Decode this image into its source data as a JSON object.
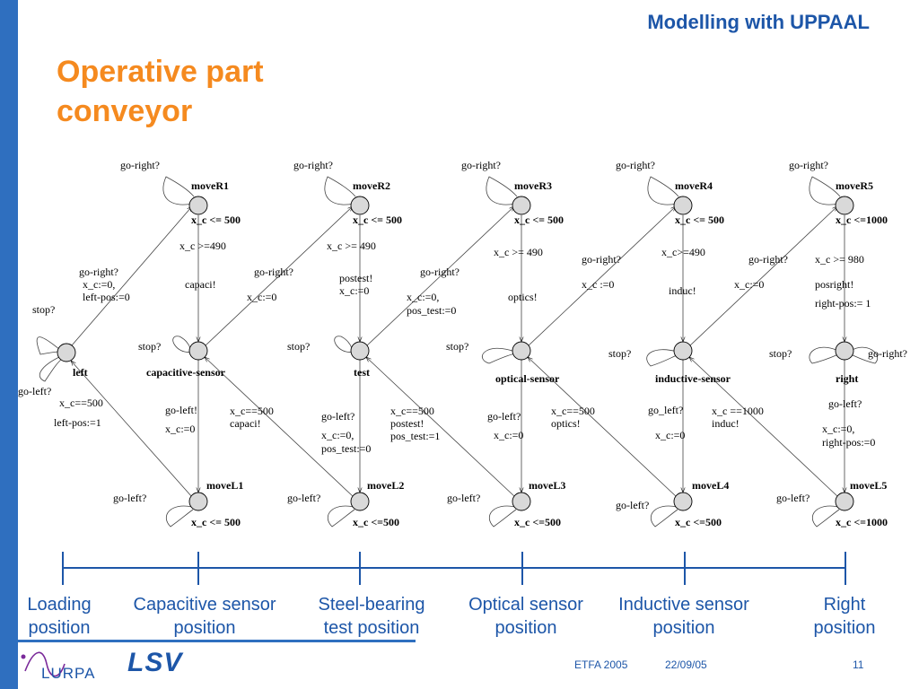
{
  "header": {
    "title": "Modelling with UPPAAL"
  },
  "slide": {
    "title_line1": "Operative part",
    "title_line2": "conveyor"
  },
  "diagram": {
    "locations": {
      "moveR1": "moveR1",
      "moveR2": "moveR2",
      "moveR3": "moveR3",
      "moveR4": "moveR4",
      "moveR5": "moveR5",
      "left": "left",
      "capacitive_sensor": "capacitive-sensor",
      "test": "test",
      "optical_sensor": "optical-sensor",
      "inductive_sensor": "inductive-sensor",
      "right": "right",
      "moveL1": "moveL1",
      "moveL2": "moveL2",
      "moveL3": "moveL3",
      "moveL4": "moveL4",
      "moveL5": "moveL5"
    },
    "invariants": {
      "moveR1": "x_c <= 500",
      "moveR2": "x_c <= 500",
      "moveR3": "x_c <= 500",
      "moveR4": "x_c <= 500",
      "moveR5": "x_c <=1000",
      "moveL1": "x_c <= 500",
      "moveL2": "x_c <=500",
      "moveL3": "x_c <=500",
      "moveL4": "x_c <=500",
      "moveL5": "x_c <=1000"
    },
    "labels": {
      "go_right_q": "go-right?",
      "go_left_q": "go-left?",
      "stop_q": "stop?",
      "go_left_excl": "go-left!",
      "go_left_u_excl": "go_left!",
      "left_g1": "go-right?",
      "left_g2": "x_c:=0,",
      "left_g3": "left-pos:=0",
      "left_ret1": "x_c==500",
      "left_ret2": "left-pos:=1",
      "r1_g": "x_c >=490",
      "r1_s": "capaci!",
      "cap_g1": "go-right?",
      "cap_g2": "x_c:=0",
      "cap_l1": "go-left!",
      "cap_l2": "x_c:=0",
      "cap_ret1": "x_c==500",
      "cap_ret2": "capaci!",
      "r2_g": "x_c >= 490",
      "test_in1": "postest!",
      "test_in2": "x_c:=0",
      "test_g1": "go-right?",
      "test_g2": "x_c:=0,",
      "test_g3": "pos_test:=0",
      "test_l1": "go-left?",
      "test_l2": "x_c:=0,",
      "test_l3": "pos_test:=0",
      "test_ret1": "x_c==500",
      "test_ret2": "postest!",
      "test_ret3": "pos_test:=1",
      "r3_g": "x_c >= 490",
      "r3_s": "optics!",
      "opt_g1": "go-right?",
      "opt_g2": "x_c :=0",
      "opt_l1": "go-left?",
      "opt_l2": "x_c:=0",
      "opt_ret1": "x_c==500",
      "opt_ret2": "optics!",
      "r4_g": "x_c>=490",
      "r4_s": "induc!",
      "ind_g1": "go-right?",
      "ind_g2": "x_c:=0",
      "ind_l1": "go_left?",
      "ind_l2": "x_c:=0",
      "ind_ret1": "x_c ==1000",
      "ind_ret2": "induc!",
      "r5_g": "x_c >= 980",
      "r5_s1": "posright!",
      "r5_s2": "right-pos:= 1",
      "right_l1": "go-left?",
      "right_l2": "x_c:=0,",
      "right_l3": "right-pos:=0"
    }
  },
  "positions": {
    "p1_line1": "Loading",
    "p1_line2": "position",
    "p2_line1": "Capacitive sensor",
    "p2_line2": "position",
    "p3_line1": "Steel-bearing",
    "p3_line2": "test position",
    "p4_line1": "Optical sensor",
    "p4_line2": "position",
    "p5_line1": "Inductive sensor",
    "p5_line2": "position",
    "p6_line1": "Right",
    "p6_line2": "position"
  },
  "footer": {
    "logo_lurpa": "LURPA",
    "logo_lsv": "LSV",
    "conference": "ETFA 2005",
    "date": "22/09/05",
    "page": "11"
  },
  "colors": {
    "title": "#f58a1f",
    "header": "#1d56a8",
    "accent": "#2f6fbf",
    "node_fill": "#d9d9d9"
  }
}
